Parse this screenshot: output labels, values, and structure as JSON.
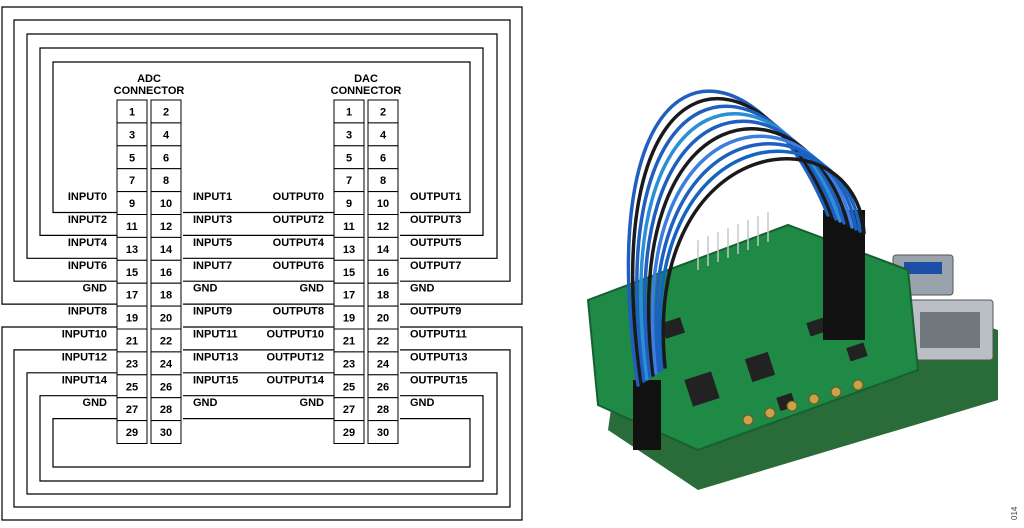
{
  "adc": {
    "title1": "ADC",
    "title2": "CONNECTOR",
    "pins": [
      [
        "1",
        "2"
      ],
      [
        "3",
        "4"
      ],
      [
        "5",
        "6"
      ],
      [
        "7",
        "8"
      ],
      [
        "9",
        "10"
      ],
      [
        "11",
        "12"
      ],
      [
        "13",
        "14"
      ],
      [
        "15",
        "16"
      ],
      [
        "17",
        "18"
      ],
      [
        "19",
        "20"
      ],
      [
        "21",
        "22"
      ],
      [
        "23",
        "24"
      ],
      [
        "25",
        "26"
      ],
      [
        "27",
        "28"
      ],
      [
        "29",
        "30"
      ]
    ],
    "left_labels": [
      "",
      "",
      "",
      "",
      "INPUT0",
      "INPUT2",
      "INPUT4",
      "INPUT6",
      "GND",
      "INPUT8",
      "INPUT10",
      "INPUT12",
      "INPUT14",
      "GND",
      ""
    ],
    "right_labels": [
      "",
      "",
      "",
      "",
      "INPUT1",
      "INPUT3",
      "INPUT5",
      "INPUT7",
      "GND",
      "INPUT9",
      "INPUT11",
      "INPUT13",
      "INPUT15",
      "GND",
      ""
    ]
  },
  "dac": {
    "title1": "DAC",
    "title2": "CONNECTOR",
    "pins": [
      [
        "1",
        "2"
      ],
      [
        "3",
        "4"
      ],
      [
        "5",
        "6"
      ],
      [
        "7",
        "8"
      ],
      [
        "9",
        "10"
      ],
      [
        "11",
        "12"
      ],
      [
        "13",
        "14"
      ],
      [
        "15",
        "16"
      ],
      [
        "17",
        "18"
      ],
      [
        "19",
        "20"
      ],
      [
        "21",
        "22"
      ],
      [
        "23",
        "24"
      ],
      [
        "25",
        "26"
      ],
      [
        "27",
        "28"
      ],
      [
        "29",
        "30"
      ]
    ],
    "left_labels": [
      "",
      "",
      "",
      "",
      "OUTPUT0",
      "OUTPUT2",
      "OUTPUT4",
      "OUTPUT6",
      "GND",
      "OUTPUT8",
      "OUTPUT10",
      "OUTPUT12",
      "OUTPUT14",
      "GND",
      ""
    ],
    "right_labels": [
      "",
      "",
      "",
      "",
      "OUTPUT1",
      "OUTPUT3",
      "OUTPUT5",
      "OUTPUT7",
      "GND",
      "OUTPUT9",
      "OUTPUT11",
      "OUTPUT13",
      "OUTPUT15",
      "GND",
      ""
    ]
  },
  "figure_id": "014",
  "colors": {
    "line": "#000000",
    "board": "#1f7a3a",
    "wire_blue": "#1e5fbf",
    "wire_dark": "#1a1a1a",
    "header": "#111111"
  }
}
